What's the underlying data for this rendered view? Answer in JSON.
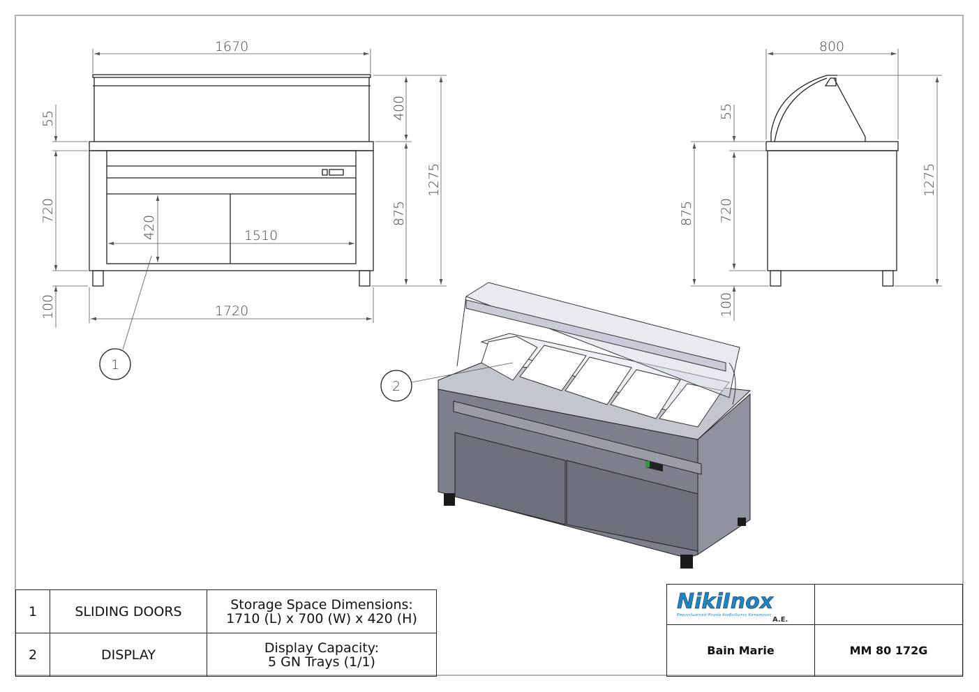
{
  "front_view": {
    "dims": {
      "top_length": "1670",
      "overall_length": "1720",
      "inner_width": "1510",
      "door_height": "420",
      "top_thickness": "55",
      "body_height": "720",
      "leg_height": "100",
      "glass_height": "400",
      "counter_height": "875",
      "total_height": "1275"
    }
  },
  "side_view": {
    "dims": {
      "depth": "800",
      "top_thickness": "55",
      "body_height": "720",
      "leg_height": "100",
      "counter_height": "875",
      "total_height": "1275"
    }
  },
  "callouts": [
    "1",
    "2"
  ],
  "parts_table": [
    {
      "num": "1",
      "name": "SLIDING DOORS",
      "desc_line1": "Storage Space Dimensions:",
      "desc_line2": "1710 (L) x 700 (W) x 420 (H)"
    },
    {
      "num": "2",
      "name": "DISPLAY",
      "desc_line1": "Display Capacity:",
      "desc_line2": "5 GN Trays (1/1)"
    }
  ],
  "title_block": {
    "logo_text": "NikiInox",
    "logo_suffix": "A.E.",
    "logo_tagline": "Επαγγελματικά Ψυγεία Ανοξείδωτες Κατασκευές",
    "product": "Bain Marie",
    "model": "MM 80 172G"
  },
  "colors": {
    "logo_blue": "#1a86c8",
    "body_gray": "#8a8c99"
  }
}
